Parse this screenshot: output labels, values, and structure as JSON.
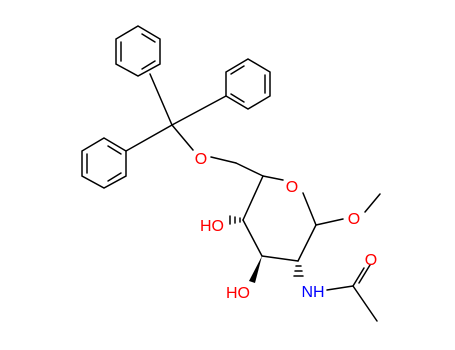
{
  "molecule": {
    "atoms": {
      "o_trityl": "O",
      "o_ring": "O",
      "o_methoxy": "O",
      "ho_c4": "HO",
      "ho_c3": "HO",
      "nh": "NH",
      "o_carbonyl": "O"
    },
    "colors": {
      "oxygen": "#ff0000",
      "nitrogen": "#0000ff",
      "bond": "#000000"
    }
  }
}
